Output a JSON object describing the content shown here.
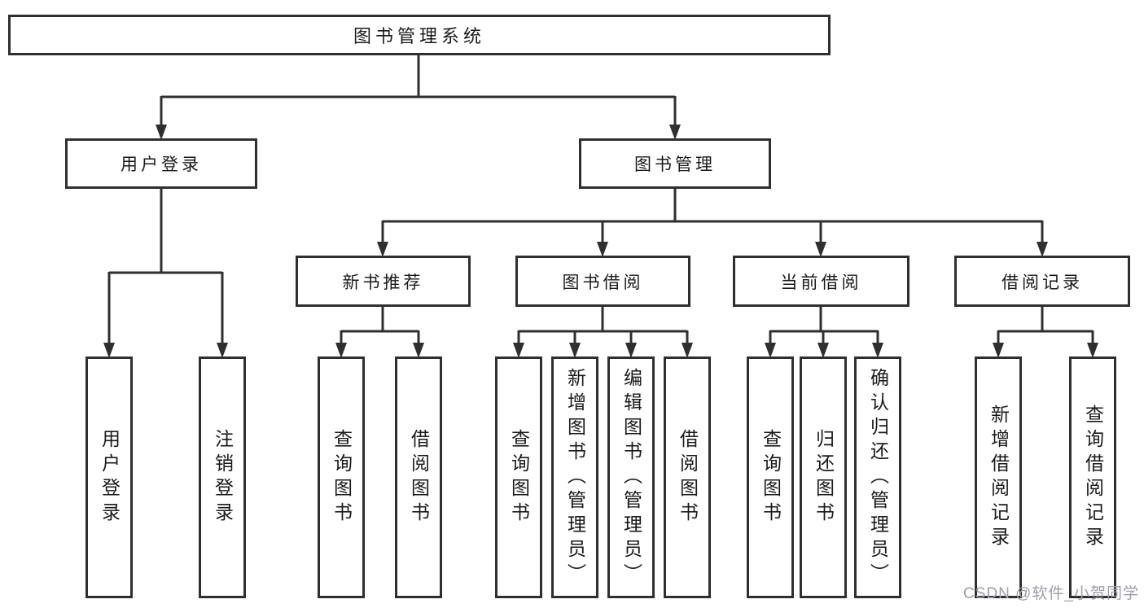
{
  "tree": {
    "root": "图书管理系统",
    "children": [
      {
        "label": "用户登录",
        "children": [
          {
            "label": "用户登录"
          },
          {
            "label": "注销登录"
          }
        ]
      },
      {
        "label": "图书管理",
        "children": [
          {
            "label": "新书推荐",
            "children": [
              {
                "label": "查询图书"
              },
              {
                "label": "借阅图书"
              }
            ]
          },
          {
            "label": "图书借阅",
            "children": [
              {
                "label": "查询图书"
              },
              {
                "label": "新增图书（管理员）"
              },
              {
                "label": "编辑图书（管理员）"
              },
              {
                "label": "借阅图书"
              }
            ]
          },
          {
            "label": "当前借阅",
            "children": [
              {
                "label": "查询图书"
              },
              {
                "label": "归还图书"
              },
              {
                "label": "确认归还（管理员）"
              }
            ]
          },
          {
            "label": "借阅记录",
            "children": [
              {
                "label": "新增借阅记录"
              },
              {
                "label": "查询借阅记录"
              }
            ]
          }
        ]
      }
    ]
  },
  "watermark": "CSDN @软件_小贺同学",
  "colors": {
    "line": "#2f2f2f",
    "text": "#1a1a1a",
    "background": "#ffffff",
    "watermark": "#9aa0a8"
  }
}
